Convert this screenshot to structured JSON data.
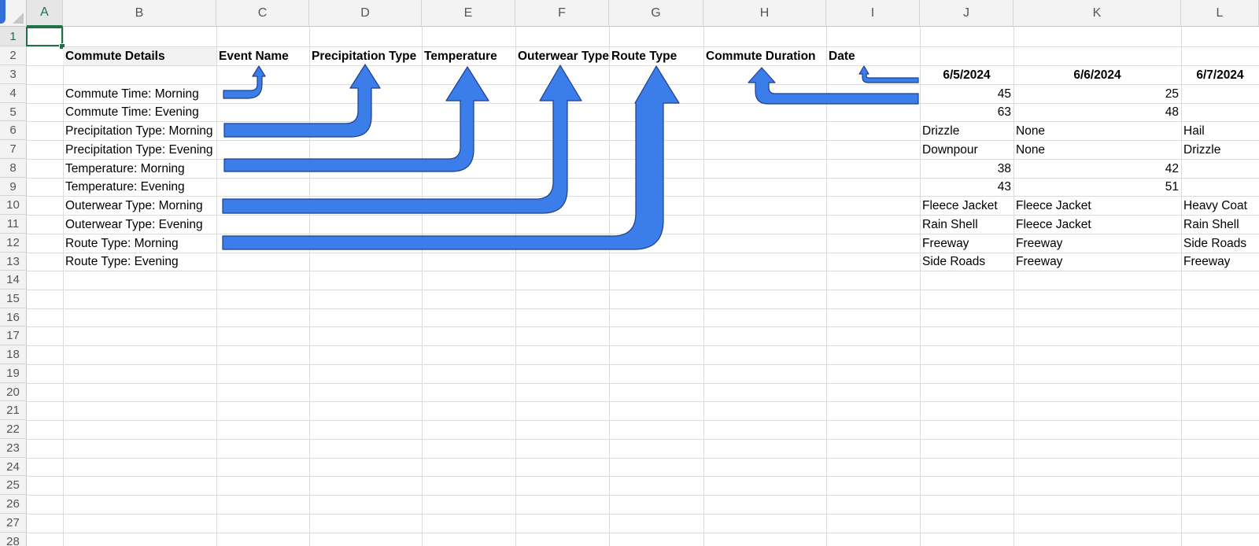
{
  "sheet": {
    "columns": [
      "A",
      "B",
      "C",
      "D",
      "E",
      "F",
      "G",
      "H",
      "I",
      "J",
      "K",
      "L"
    ],
    "rows": [
      "1",
      "2",
      "3",
      "4",
      "5",
      "6",
      "7",
      "8",
      "9",
      "10",
      "11",
      "12",
      "13",
      "14",
      "15",
      "16",
      "17",
      "18",
      "19",
      "20",
      "21",
      "22",
      "23",
      "24",
      "25",
      "26",
      "27",
      "28"
    ],
    "selected_cell": "A1",
    "headers": {
      "b2": "Commute Details",
      "c2": "Event Name",
      "d2": "Precipitation Type",
      "e2": "Temperature",
      "f2": "Outerwear Type",
      "g2": "Route Type",
      "h2": "Commute Duration",
      "i2": "Date"
    },
    "labels": {
      "b4": "Commute Time: Morning",
      "b5": "Commute Time: Evening",
      "b6": "Precipitation Type: Morning",
      "b7": "Precipitation Type: Evening",
      "b8": "Temperature: Morning",
      "b9": "Temperature: Evening",
      "b10": "Outerwear Type: Morning",
      "b11": "Outerwear Type: Evening",
      "b12": "Route Type: Morning",
      "b13": "Route Type: Evening"
    },
    "dates": {
      "j3": "6/5/2024",
      "k3": "6/6/2024",
      "l3": "6/7/2024"
    },
    "values": {
      "j4": "45",
      "k4": "25",
      "j5": "63",
      "k5": "48",
      "j6": "Drizzle",
      "k6": "None",
      "l6": "Hail",
      "j7": "Downpour",
      "k7": "None",
      "l7": "Drizzle",
      "j8": "38",
      "k8": "42",
      "j9": "43",
      "k9": "51",
      "j10": "Fleece Jacket",
      "k10": "Fleece Jacket",
      "l10": "Heavy Coat",
      "j11": "Rain Shell",
      "k11": "Fleece Jacket",
      "l11": "Rain Shell",
      "j12": "Freeway",
      "k12": "Freeway",
      "l12": "Side Roads",
      "j13": "Side Roads",
      "k13": "Freeway",
      "l13": "Freeway"
    },
    "arrow_color": "#3b7de9",
    "arrow_outline": "#1f3f8a",
    "accent_color": "#1e7145"
  }
}
